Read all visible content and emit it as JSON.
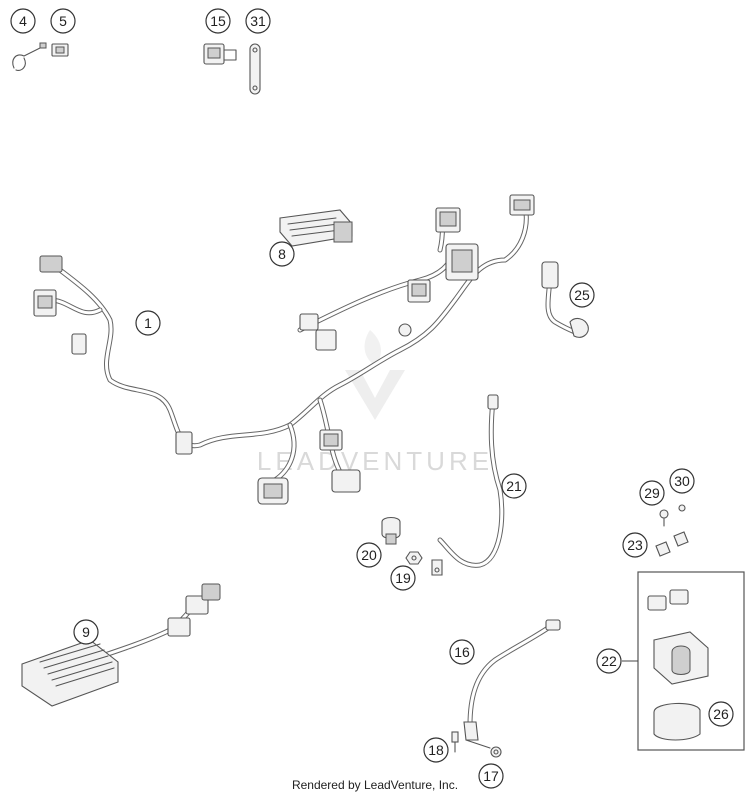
{
  "watermark": "LEADVENTURE",
  "footer": "Rendered by LeadVenture, Inc.",
  "callouts": {
    "c1": "1",
    "c4": "4",
    "c5": "5",
    "c8": "8",
    "c9": "9",
    "c15": "15",
    "c16": "16",
    "c17": "17",
    "c18": "18",
    "c19": "19",
    "c20": "20",
    "c21": "21",
    "c22": "22",
    "c23": "23",
    "c25": "25",
    "c26": "26",
    "c29": "29",
    "c30": "30",
    "c31": "31"
  }
}
